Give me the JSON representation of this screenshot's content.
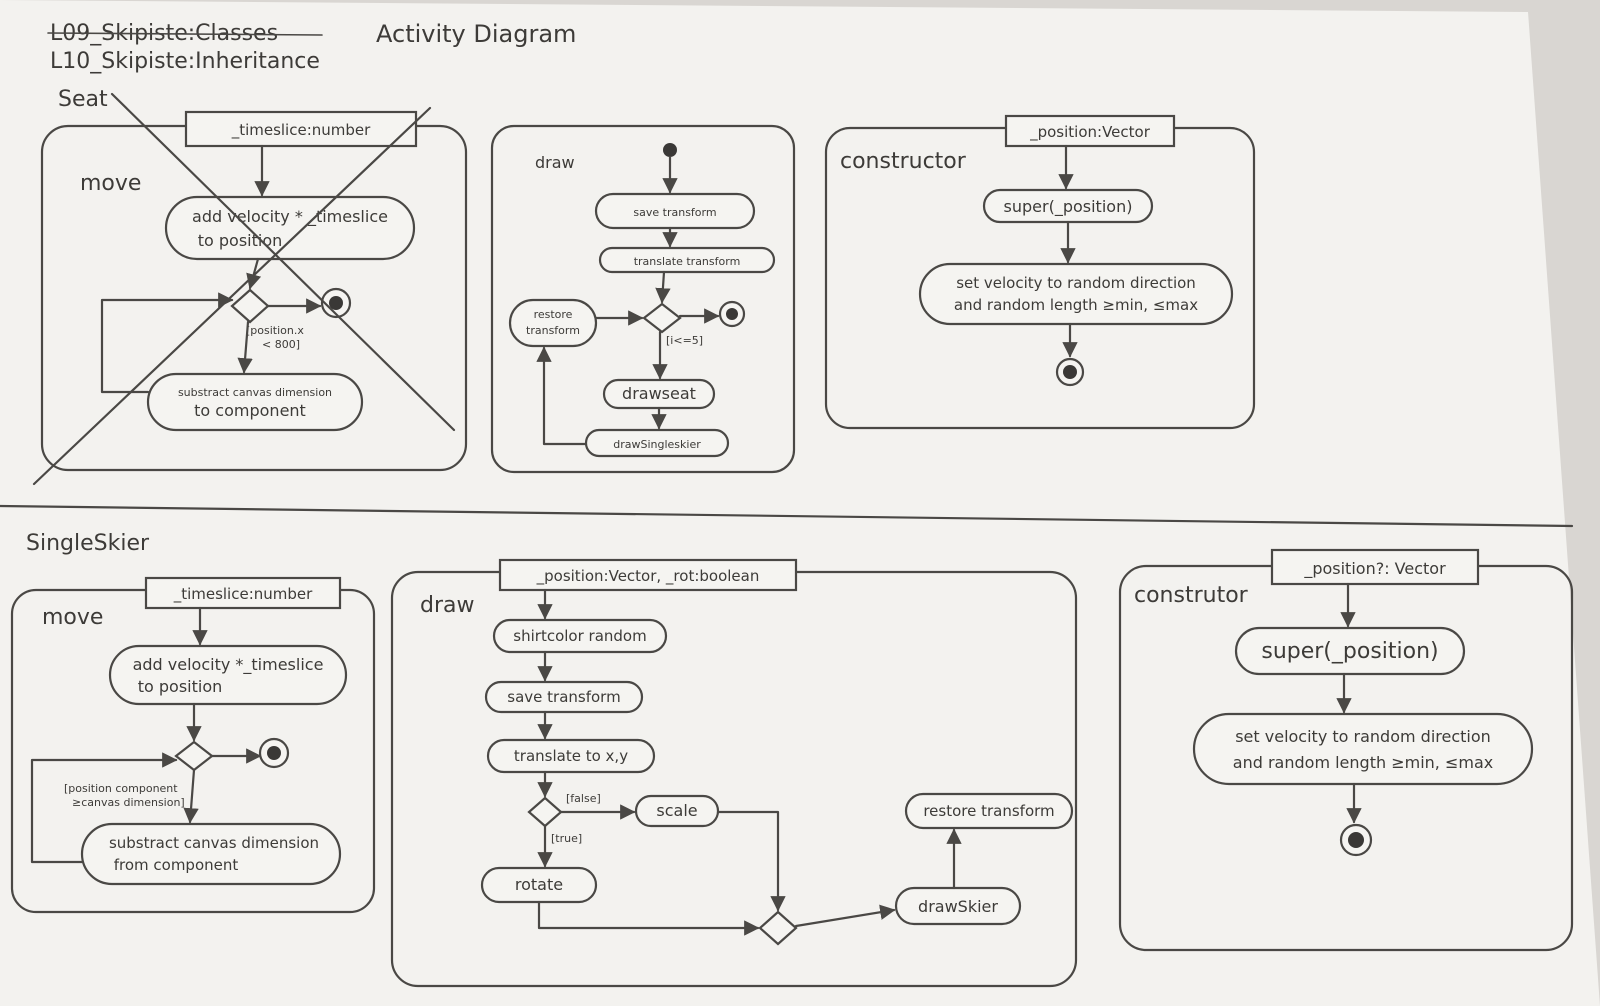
{
  "header": {
    "title_strike": "L09_Skipiste:Classes",
    "title_main": "L10_Skipiste:Inheritance",
    "title_right": "Activity Diagram"
  },
  "seat": {
    "section_label": "Seat",
    "move": {
      "label": "move",
      "param": "_timeslice:number",
      "act1_line1": "add velocity * _timeslice",
      "act1_line2": "to position",
      "guard_line1": "[position.x",
      "guard_line2": "< 800]",
      "act2_line1": "substract canvas dimension",
      "act2_line2": "to component"
    },
    "draw": {
      "label": "draw",
      "act1": "save transform",
      "act2": "translate transform",
      "restore_line1": "restore",
      "restore_line2": "transform",
      "guard": "[i<=5]",
      "act3": "drawseat",
      "act4": "drawSingleskier"
    },
    "constructor": {
      "label": "constructor",
      "param": "_position:Vector",
      "act1": "super(_position)",
      "act2_line1": "set velocity to random direction",
      "act2_line2": "and random length ≥min, ≤max"
    }
  },
  "singleskier": {
    "section_label": "SingleSkier",
    "move": {
      "label": "move",
      "param": "_timeslice:number",
      "act1_line1": "add velocity *_timeslice",
      "act1_line2": "to position",
      "guard_line1": "[position component",
      "guard_line2": "≥canvas dimension]",
      "act2_line1": "substract canvas dimension",
      "act2_line2": "from component"
    },
    "draw": {
      "label": "draw",
      "param": "_position:Vector, _rot:boolean",
      "act1": "shirtcolor random",
      "act2": "save transform",
      "act3": "translate to x,y",
      "guard_false": "[false]",
      "guard_true": "[true]",
      "act_scale": "scale",
      "act_rotate": "rotate",
      "act_drawskier": "drawSkier",
      "act_restore": "restore transform"
    },
    "constructor": {
      "label": "construtor",
      "param": "_position?: Vector",
      "act1": "super(_position)",
      "act2_line1": "set velocity to random direction",
      "act2_line2": "and random length ≥min, ≤max"
    }
  }
}
